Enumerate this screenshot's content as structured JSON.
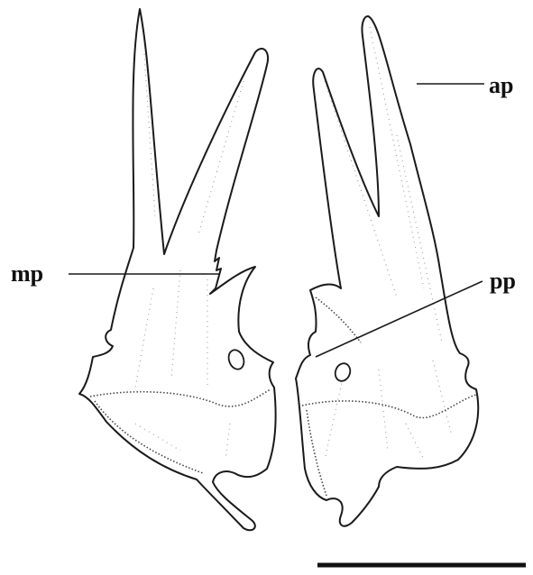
{
  "labels": {
    "ap": "ap",
    "mp": "mp",
    "pp": "pp"
  }
}
